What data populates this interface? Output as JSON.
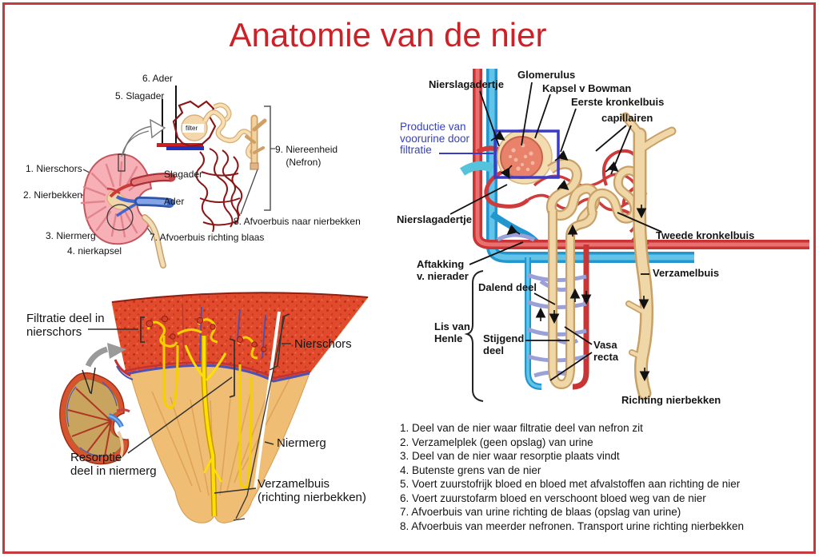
{
  "title": "Anatomie van de nier",
  "overview": {
    "labels": {
      "vein_top": "6. Ader",
      "artery_top": "5. Slagader",
      "filter": "filter",
      "cortex": "1. Nierschors",
      "pelvis": "2. Nierbekken",
      "medulla": "3. Niermerg",
      "capsule": "4. nierkapsel",
      "artery": "Slagader",
      "vein": "Ader",
      "duct_bladder": "7. Afvoerbuis richting blaas",
      "duct_pelvis": "8. Afvoerbuis naar nierbekken",
      "nephron_unit": "9. Niereenheid\n    (Nefron)"
    }
  },
  "nephron": {
    "labels": {
      "arteriole_top": "Nierslagadertje",
      "glomerulus": "Glomerulus",
      "bowman": "Kapsel v Bowman",
      "first_tubule": "Eerste kronkelbuis",
      "capillaries": "capillairen",
      "preurine": "Productie van\nvoorurine door\nfiltratie",
      "arteriole_bottom": "Nierslagadertje",
      "second_tubule": "Tweede kronkelbuis",
      "vein_branch": "Aftakking\nv. nierader",
      "descending": "Dalend deel",
      "collecting_duct": "Verzamelbuis",
      "henle": "Lis van\nHenle",
      "ascending": "Stijgend\ndeel",
      "vasa_recta": "Vasa\nrecta",
      "to_pelvis": "Richting nierbekken"
    }
  },
  "pyramid": {
    "labels": {
      "filtration": "Filtratie deel in\nnierschors",
      "cortex": "Nierschors",
      "medulla": "Niermerg",
      "resorption": "Resorptie\ndeel in niermerg",
      "collecting": "Verzamelbuis\n(richting nierbekken)"
    }
  },
  "legend": {
    "items": [
      "1. Deel van de nier waar filtratie deel van nefron zit",
      "2. Verzamelplek (geen opslag) van urine",
      "3. Deel van de nier waar resorptie plaats vindt",
      "4. Butenste grens van de nier",
      "5. Voert zuurstofrijk bloed en bloed met afvalstoffen aan richting de nier",
      "6. Voert zuurstofarm bloed en verschoont bloed weg van de nier",
      "7. Afvoerbuis van urine richting de blaas (opslag van urine)",
      "8. Afvoerbuis van meerder nefronen. Transport urine richting nierbekken"
    ]
  },
  "colors": {
    "border_red": "#c5393c",
    "title_red": "#cc2127",
    "artery_red": "#c93434",
    "vein_blue": "#2196cf",
    "tubule_beige": "#f0d7a8",
    "vasa_recta_lavender": "#9aa0d8",
    "cortex_orange": "#e14a2c",
    "medulla_tan": "#efbd74",
    "nephron_yellow": "#ffdf00",
    "highlight_blue": "#3b3bc8",
    "label_blue": "#3642bb"
  }
}
